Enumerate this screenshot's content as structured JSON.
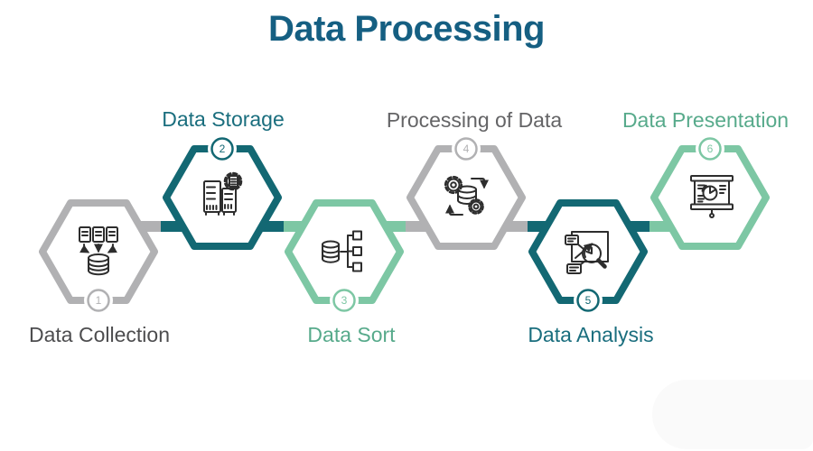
{
  "title": {
    "text": "Data Processing",
    "color": "#155f82"
  },
  "colors": {
    "background": "#ffffff",
    "icon_stroke": "#2d2d2d",
    "hexagon_fill": "#ffffff",
    "watermark_blob": "#fafafa"
  },
  "steps": [
    {
      "number": "1",
      "label": "Data Collection",
      "icon": "documents-to-database-icon",
      "hex_color": "#b1b1b3",
      "label_color": "#4d4d4f",
      "badge_position": "bottom"
    },
    {
      "number": "2",
      "label": "Data Storage",
      "icon": "server-racks-gear-icon",
      "hex_color": "#136873",
      "label_color": "#1a6e7e",
      "badge_position": "top"
    },
    {
      "number": "3",
      "label": "Data Sort",
      "icon": "database-sort-tree-icon",
      "hex_color": "#7dc7a4",
      "label_color": "#57aa8b",
      "badge_position": "bottom"
    },
    {
      "number": "4",
      "label": "Processing of Data",
      "icon": "gears-database-cycle-icon",
      "hex_color": "#b1b1b3",
      "label_color": "#646466",
      "badge_position": "top"
    },
    {
      "number": "5",
      "label": "Data Analysis",
      "icon": "chart-magnifier-icon",
      "hex_color": "#136873",
      "label_color": "#1a6e7e",
      "badge_position": "bottom"
    },
    {
      "number": "6",
      "label": "Data Presentation",
      "icon": "presentation-pie-chart-icon",
      "hex_color": "#7dc7a4",
      "label_color": "#57aa8b",
      "badge_position": "top"
    }
  ],
  "connectors": [
    {
      "from": "1",
      "to": "2"
    },
    {
      "from": "2",
      "to": "3"
    },
    {
      "from": "3",
      "to": "4"
    },
    {
      "from": "4",
      "to": "5"
    },
    {
      "from": "5",
      "to": "6"
    }
  ]
}
